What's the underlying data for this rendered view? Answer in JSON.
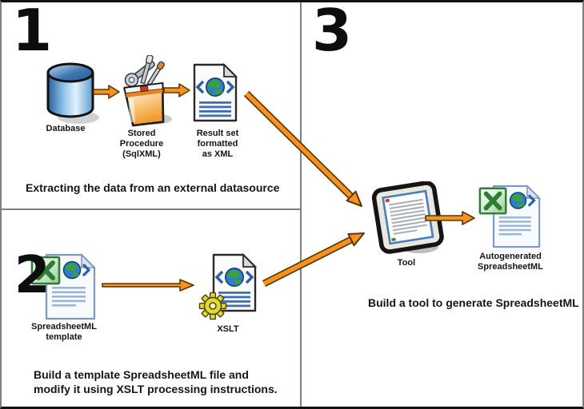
{
  "diagram": {
    "title_implicit": "SpreadsheetML generation workflow",
    "colors": {
      "arrow_fill": "#F6921E",
      "arrow_outline": "#5a3608",
      "divider": "#7f7f7f",
      "background": "#ffffff",
      "text": "#151515",
      "database_blue": "#2a6099",
      "excel_green": "#2e7d32",
      "gear_yellow": "#e3da2d",
      "globe_blue": "#2e7ecb",
      "globe_green": "#39a339"
    },
    "panels": [
      {
        "number": "1",
        "caption": "Extracting the data from an external datasource",
        "nodes": [
          {
            "icon": "database-icon",
            "label": "Database"
          },
          {
            "icon": "stored-procedure-toolbox-icon",
            "label": "Stored\nProcedure\n(SqlXML)"
          },
          {
            "icon": "xml-document-icon",
            "label": "Result set\nformatted\nas XML"
          }
        ]
      },
      {
        "number": "2",
        "caption": "Build a template SpreadsheetML file and\nmodify it using XSLT processing instructions.",
        "nodes": [
          {
            "icon": "spreadsheetml-document-icon",
            "label": "SpreadsheetML\ntemplate"
          },
          {
            "icon": "xslt-gear-document-icon",
            "label": "XSLT"
          }
        ]
      },
      {
        "number": "3",
        "caption": "Build a tool to generate SpreadsheetML",
        "nodes": [
          {
            "icon": "tool-monitor-icon",
            "label": "Tool"
          },
          {
            "icon": "spreadsheetml-document-icon",
            "label": "Autogenerated\nSpreadsheetML"
          }
        ]
      }
    ]
  }
}
